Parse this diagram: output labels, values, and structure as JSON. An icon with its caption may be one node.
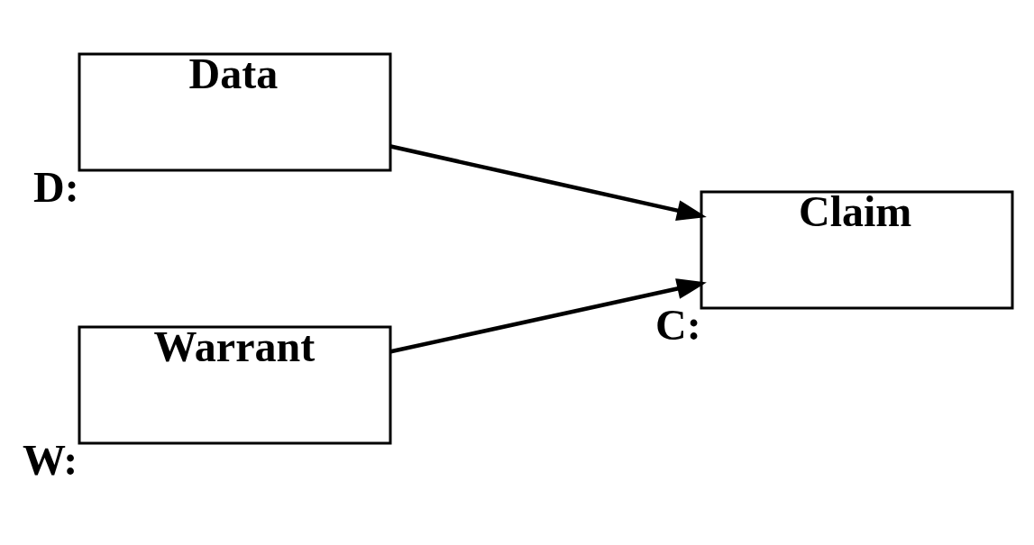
{
  "diagram": {
    "nodes": [
      {
        "text": [
          "Data"
        ],
        "beside": [
          "D:"
        ]
      },
      {
        "text": [
          "Claim"
        ],
        "beside": [
          "C:"
        ]
      },
      {
        "text": [
          "Warrant"
        ],
        "beside": [
          "W:"
        ]
      }
    ],
    "edges": [
      {
        "from": 0,
        "to": 1,
        "arrow": "to"
      },
      {
        "from": 2,
        "to": 1,
        "arrow": "to"
      }
    ]
  }
}
